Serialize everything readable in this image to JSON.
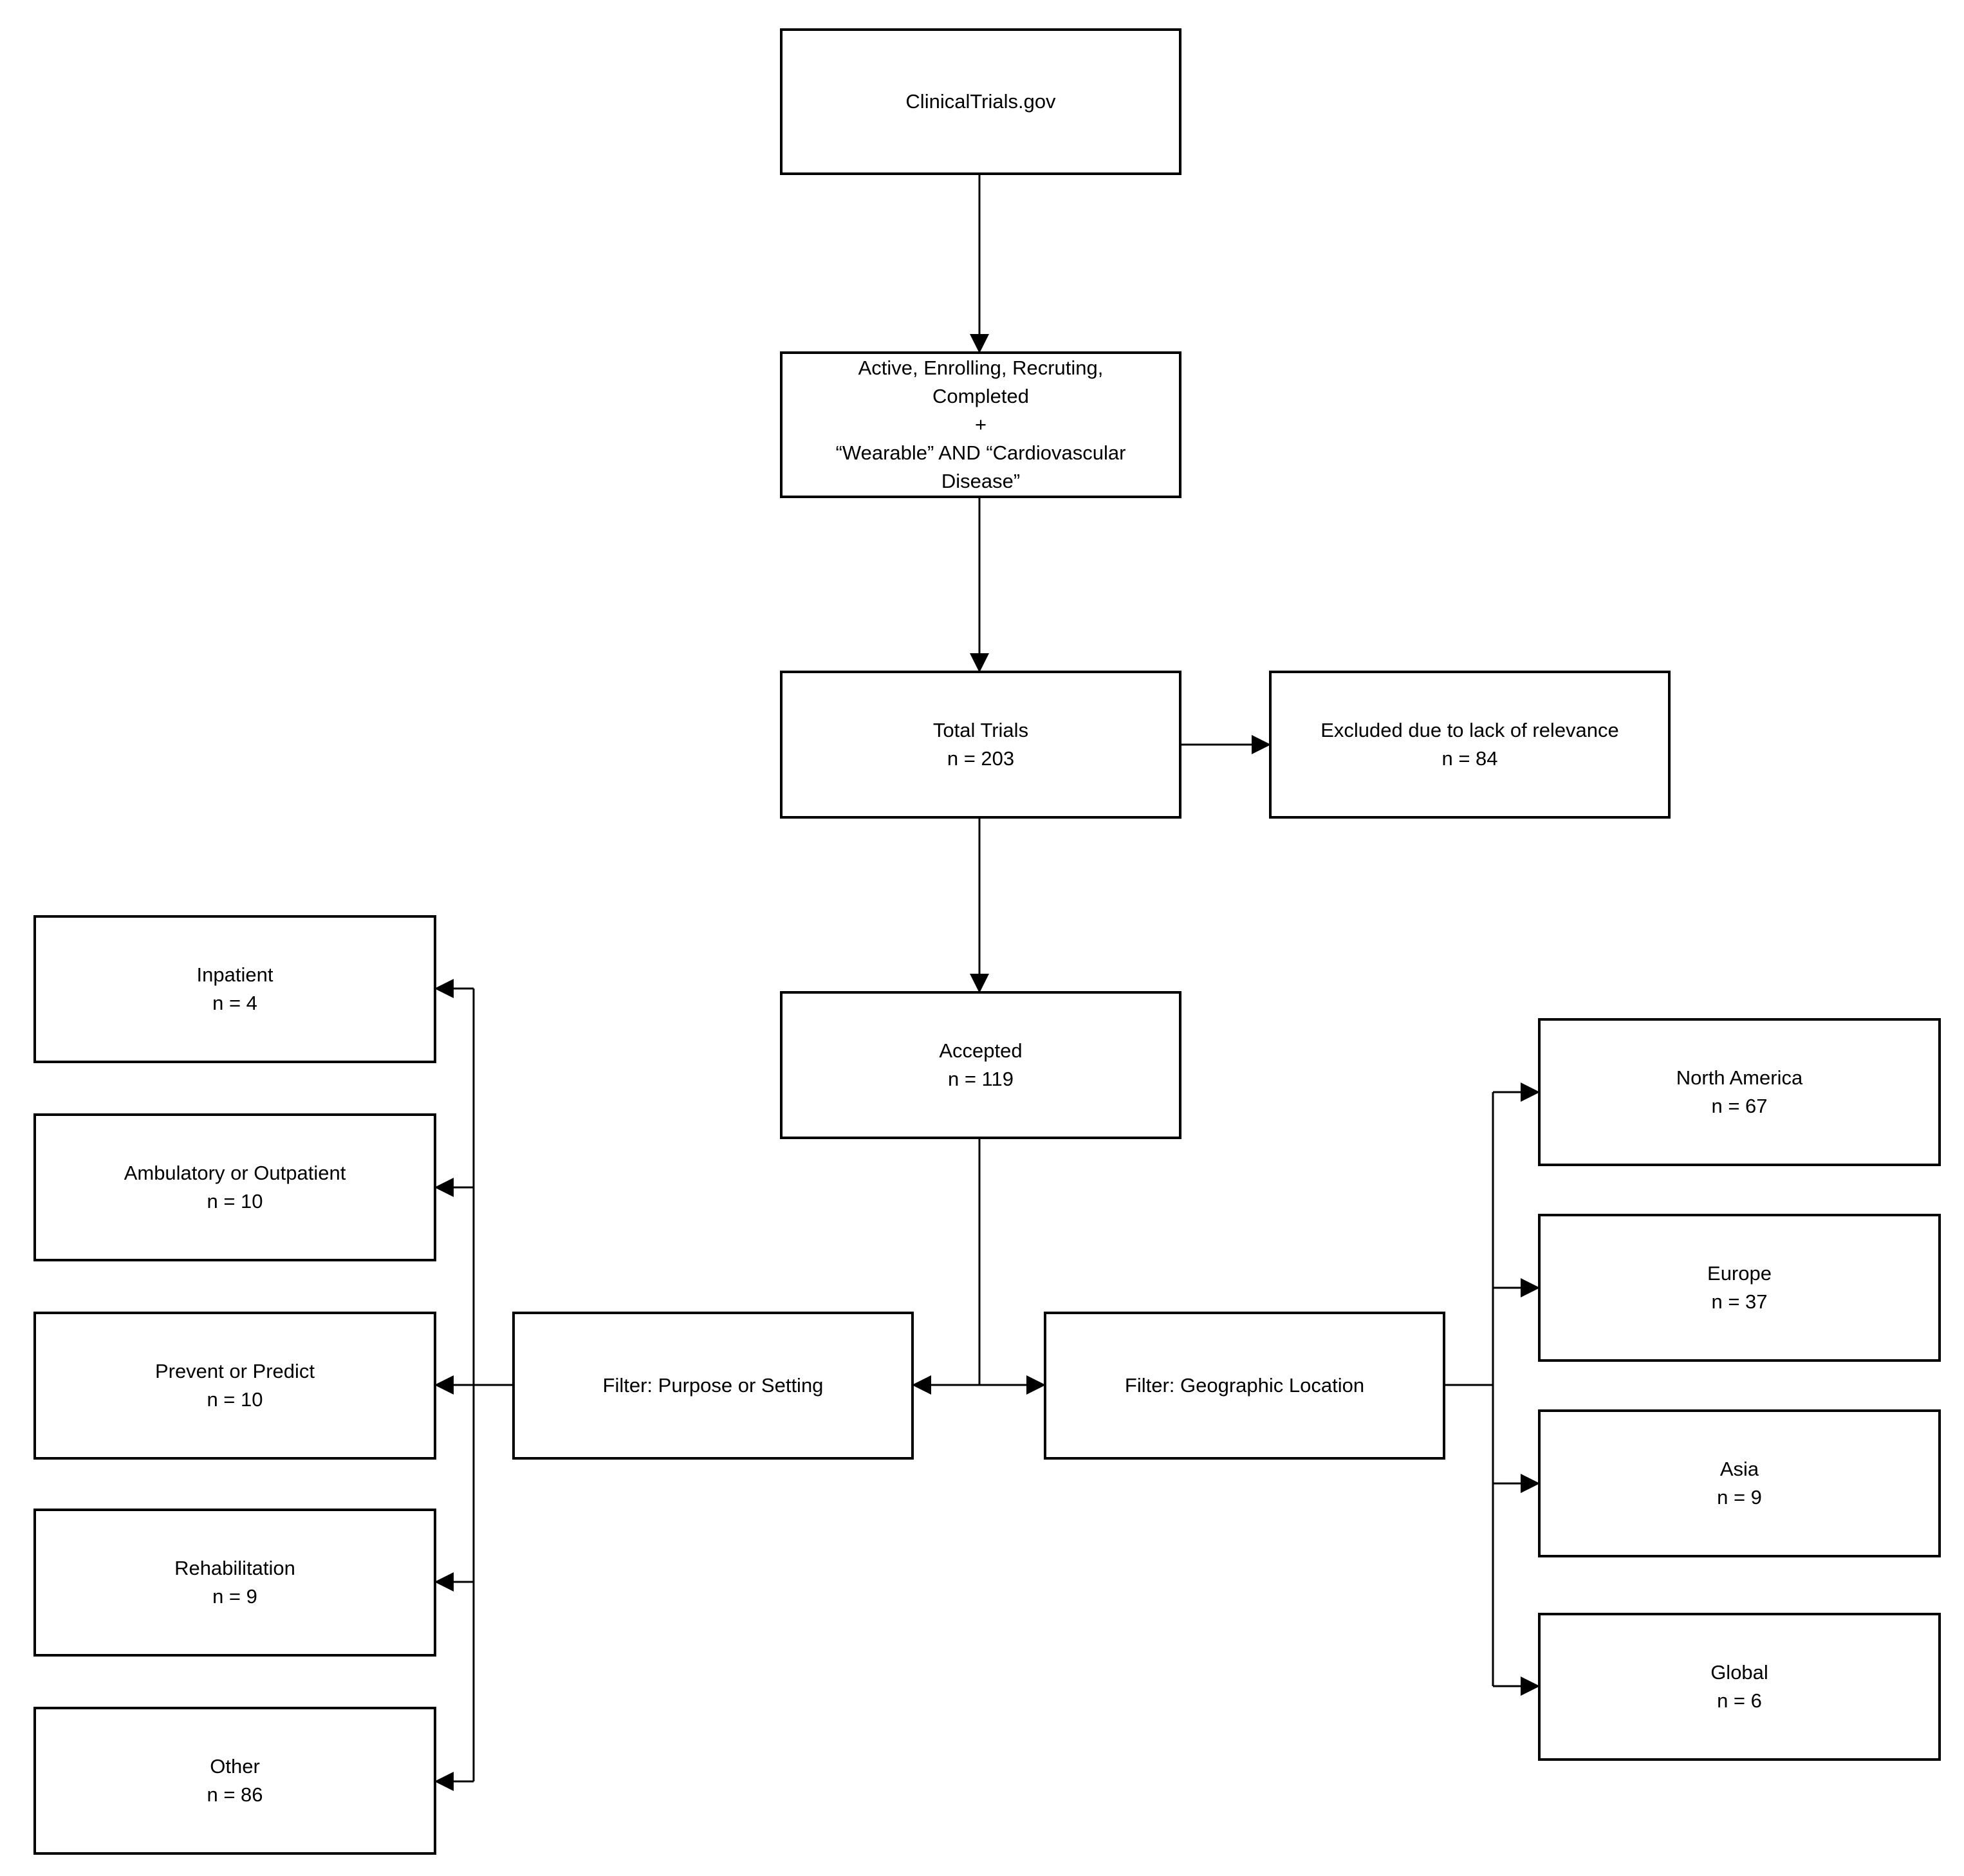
{
  "nodes": {
    "source": {
      "lines": [
        "ClinicalTrials.gov"
      ]
    },
    "criteria": {
      "lines": [
        "Active, Enrolling, Recruting,",
        "Completed",
        "+",
        "“Wearable” AND “Cardiovascular",
        "Disease”"
      ]
    },
    "total": {
      "lines": [
        "Total Trials",
        "n = 203"
      ]
    },
    "excluded": {
      "lines": [
        "Excluded due to lack of relevance",
        "n = 84"
      ]
    },
    "accepted": {
      "lines": [
        "Accepted",
        "n = 119"
      ]
    },
    "filter_purpose": {
      "lines": [
        "Filter: Purpose or Setting"
      ]
    },
    "filter_geo": {
      "lines": [
        "Filter: Geographic Location"
      ]
    },
    "inpatient": {
      "lines": [
        "Inpatient",
        "n = 4"
      ]
    },
    "ambulatory": {
      "lines": [
        "Ambulatory or Outpatient",
        "n = 10"
      ]
    },
    "prevent": {
      "lines": [
        "Prevent or Predict",
        "n = 10"
      ]
    },
    "rehab": {
      "lines": [
        "Rehabilitation",
        "n = 9"
      ]
    },
    "other": {
      "lines": [
        "Other",
        "n = 86"
      ]
    },
    "north_america": {
      "lines": [
        "North America",
        "n = 67"
      ]
    },
    "europe": {
      "lines": [
        "Europe",
        "n = 37"
      ]
    },
    "asia": {
      "lines": [
        "Asia",
        "n = 9"
      ]
    },
    "global": {
      "lines": [
        "Global",
        "n = 6"
      ]
    }
  },
  "colors": {
    "stroke": "#000000",
    "fill": "#ffffff"
  }
}
